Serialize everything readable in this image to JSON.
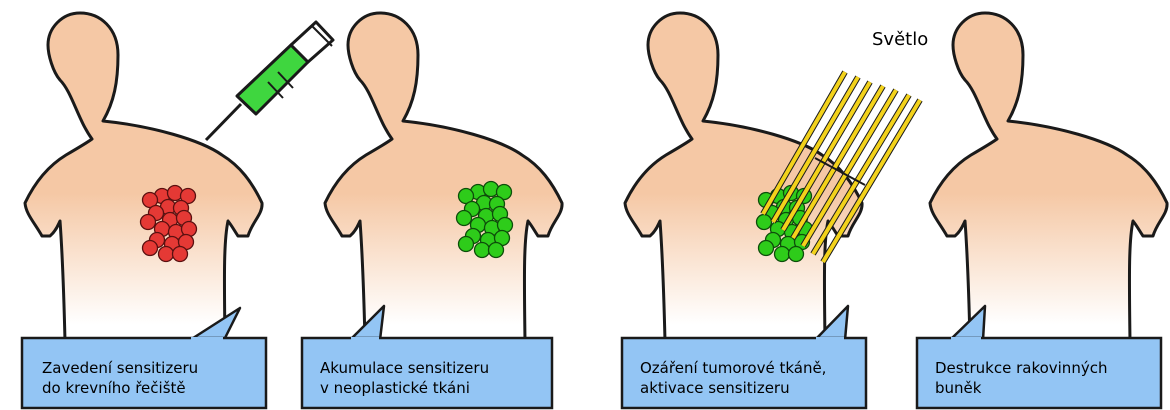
{
  "light_label": "Světlo",
  "panels": [
    {
      "caption_line1": "Zavedení sensitizeru",
      "caption_line2": "do krevního řečiště",
      "cells": "red"
    },
    {
      "caption_line1": "Akumulace sensitizeru",
      "caption_line2": "v neoplastické tkáni",
      "cells": "green"
    },
    {
      "caption_line1": "Ozáření tumorové tkáně,",
      "caption_line2": "aktivace sensitizeru",
      "cells": "green"
    },
    {
      "caption_line1": "Destrukce rakovinných",
      "caption_line2": "buněk",
      "cells": "none"
    }
  ],
  "colors": {
    "skin": "#f5c8a5",
    "caption_box": "#93c5f4",
    "cells_red": "#e53935",
    "cells_green": "#2ecc1a",
    "light_beam": "#f3d21b",
    "syringe_fluid": "#3fd63f"
  }
}
